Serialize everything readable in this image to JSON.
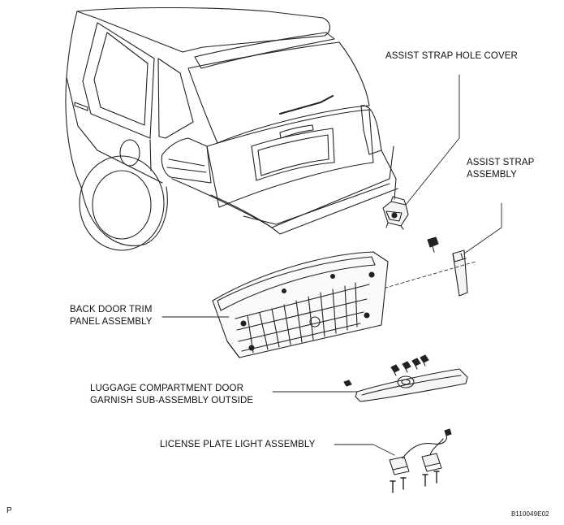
{
  "labels": {
    "hole_cover": "ASSIST STRAP HOLE COVER",
    "strap_line1": "ASSIST STRAP",
    "strap_line2": "ASSEMBLY",
    "trim_line1": "BACK DOOR TRIM",
    "trim_line2": "PANEL ASSEMBLY",
    "garnish_line1": "LUGGAGE COMPARTMENT DOOR",
    "garnish_line2": "GARNISH SUB-ASSEMBLY OUTSIDE",
    "license_light": "LICENSE PLATE LIGHT ASSEMBLY"
  },
  "corner": {
    "left_mark": "P",
    "figure_code": "B110049E02"
  },
  "colors": {
    "ink": "#111111",
    "paper": "#ffffff"
  }
}
